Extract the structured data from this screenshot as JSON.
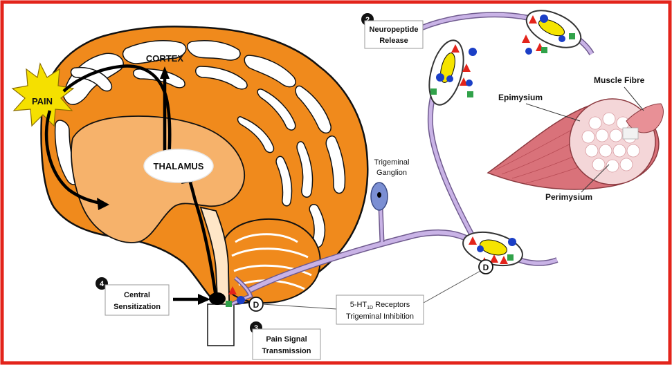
{
  "labels": {
    "pain": "PAIN",
    "cortex": "CORTEX",
    "thalamus": "THALAMUS",
    "trigeminal_ganglion": [
      "Trigeminal",
      "Ganglion"
    ],
    "epimysium": "Epimysium",
    "muscle_fibre": "Muscle Fibre",
    "perimysium": "Perimysium",
    "receptor_line1": "5-HT",
    "receptor_sub": "1D",
    "receptor_line1_rest": " Receptors",
    "receptor_line2": "Trigeminal Inhibition"
  },
  "steps": [
    {
      "number": "2",
      "lines": [
        "Neuropeptide",
        "Release"
      ]
    },
    {
      "number": "3",
      "lines": [
        "Pain Signal",
        "Transmission"
      ]
    },
    {
      "number": "4",
      "lines": [
        "Central",
        "Sensitization"
      ]
    }
  ],
  "receptor_marker": "D",
  "colors": {
    "frame": "#e3241b",
    "brain_orange": "#f08a1c",
    "brain_inner": "#f6b26b",
    "nerve": "#c9b3e6",
    "nerve_edge": "#6f5a8e",
    "ganglion": "#7b8fd3",
    "synapse_fill": "#ffffff",
    "synapse_edge": "#333333",
    "vesicle_yellow": "#f5e400",
    "peptide_red": "#e3241b",
    "peptide_blue": "#1b3fc6",
    "peptide_green": "#31a24a",
    "muscle": "#d9727a",
    "star": "#f5e000"
  }
}
